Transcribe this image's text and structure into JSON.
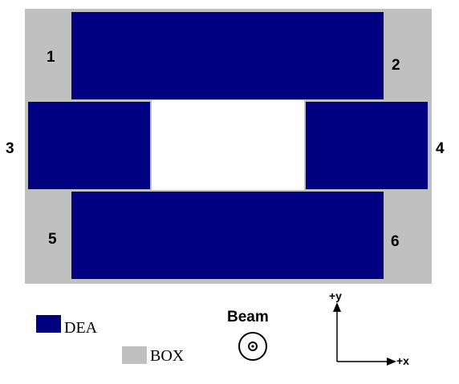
{
  "colors": {
    "dea": "#000080",
    "box": "#c0c0c0",
    "background": "#ffffff"
  },
  "modules": {
    "m1": "1",
    "m2": "2",
    "m3": "3",
    "m4": "4",
    "m5": "5",
    "m6": "6"
  },
  "legend": {
    "dea_label": "DEA",
    "box_label": "BOX"
  },
  "beam": {
    "label": "Beam",
    "icon": "beam-out-of-page-icon"
  },
  "axes": {
    "y_label": "+y",
    "x_label": "+x"
  }
}
